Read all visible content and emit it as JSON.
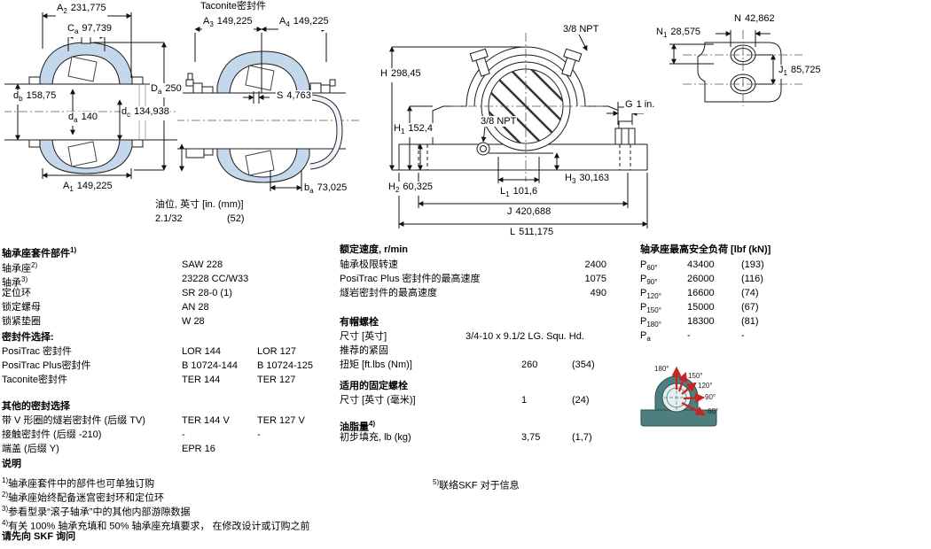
{
  "colors": {
    "housing_fill": "#c5d7ea",
    "illustration_teal": "#4e7f7e",
    "arrow_red": "#cc2222",
    "line": "#1a1a1a"
  },
  "drawings": {
    "d1": {
      "a2": {
        "sym": "A",
        "sub": "2",
        "value": "231,775"
      },
      "ca": {
        "sym": "C",
        "sub": "a",
        "value": "97,739"
      },
      "db": {
        "sym": "d",
        "sub": "b",
        "value": "158,75"
      },
      "da": {
        "sym": "d",
        "sub": "a",
        "value": "140"
      },
      "dc": {
        "sym": "d",
        "sub": "c",
        "value": "134,938"
      },
      "Da": {
        "sym": "D",
        "sub": "a",
        "value": "250"
      },
      "a1": {
        "sym": "A",
        "sub": "1",
        "value": "149,225"
      }
    },
    "d2": {
      "title": "Taconite密封件",
      "a3": {
        "sym": "A",
        "sub": "3",
        "value": "149,225"
      },
      "a4": {
        "sym": "A",
        "sub": "4",
        "value": "149,225"
      },
      "s": {
        "sym": "S",
        "sub": "",
        "value": "4,763"
      },
      "ba": {
        "sym": "b",
        "sub": "a",
        "value": "73,025"
      }
    },
    "d3": {
      "npt_top": "3/8 NPT",
      "npt_mid": "3/8 NPT",
      "h": {
        "sym": "H",
        "sub": "",
        "value": "298,45"
      },
      "h1": {
        "sym": "H",
        "sub": "1",
        "value": "152,4"
      },
      "h2": {
        "sym": "H",
        "sub": "2",
        "value": "60,325"
      },
      "h3": {
        "sym": "H",
        "sub": "3",
        "value": "30,163"
      },
      "g": {
        "sym": "G",
        "sub": "",
        "value": "1 in."
      },
      "l1": {
        "sym": "L",
        "sub": "1",
        "value": "101,6"
      },
      "j": {
        "sym": "J",
        "sub": "",
        "value": "420,688"
      },
      "l": {
        "sym": "L",
        "sub": "",
        "value": "511,175"
      }
    },
    "d4": {
      "n": {
        "sym": "N",
        "sub": "",
        "value": "42,862"
      },
      "n1": {
        "sym": "N",
        "sub": "1",
        "value": "28,575"
      },
      "j1": {
        "sym": "J",
        "sub": "1",
        "value": "85,725"
      }
    },
    "oil": {
      "label": "油位, 英寸 [in. (mm)]",
      "v_in": "2.1/32",
      "v_mm": "(52)"
    }
  },
  "components": {
    "title": "轴承座套件部件",
    "title_sup": "1)",
    "rows": [
      {
        "label": "轴承座",
        "sup": "2)",
        "v1": "SAW 228"
      },
      {
        "label": "轴承",
        "sup": "3)",
        "v1": "23228 CC/W33"
      },
      {
        "label": "定位环",
        "sup": "",
        "v1": "SR 28-0 (1)"
      },
      {
        "label": "锁定螺母",
        "sup": "",
        "v1": "AN 28"
      },
      {
        "label": "锁紧垫圈",
        "sup": "",
        "v1": "W 28"
      }
    ]
  },
  "seal_selection": {
    "title": "密封件选择:",
    "rows": [
      {
        "label": "PosiTrac 密封件",
        "v1": "LOR 144",
        "v2": "LOR 127"
      },
      {
        "label": "PosiTrac Plus密封件",
        "v1": "B 10724-144",
        "v2": "B 10724-125"
      },
      {
        "label": "Taconite密封件",
        "v1": "TER 144",
        "v2": "TER 127"
      }
    ]
  },
  "other_seals": {
    "title": "其他的密封选择",
    "rows": [
      {
        "label": "带 V 形圈的燧岩密封件 (后缀 TV)",
        "v1": "TER 144 V",
        "v2": "TER 127 V"
      },
      {
        "label": "接触密封件 (后缀 -210)",
        "v1": "-",
        "v2": "-"
      },
      {
        "label": "端盖 (后缀 Y)",
        "v1": "EPR 16",
        "v2": ""
      }
    ]
  },
  "speeds": {
    "title": "额定速度, r/min",
    "rows": [
      {
        "label": "轴承极限转速",
        "v1": "2400"
      },
      {
        "label": "PosiTrac Plus 密封件的最高速度",
        "v1": "1075"
      },
      {
        "label": "燧岩密封件的最高速度",
        "v1": "490"
      }
    ]
  },
  "cap_bolts": {
    "title": "有帽螺栓",
    "size_label": "尺寸 [英寸]",
    "size_value": "3/4-10 x 9.1/2 LG. Squ. Hd.",
    "rec_label": "推荐的紧固",
    "torque_label": "扭矩 [ft.lbs (Nm)]",
    "torque_v1": "260",
    "torque_v2": "(354)"
  },
  "attach_bolts": {
    "title": "适用的固定螺栓",
    "size_label": "尺寸 [英寸 (毫米)]",
    "v1": "1",
    "v2": "(24)"
  },
  "grease": {
    "title": "油脂量",
    "title_sup": "4)",
    "row_label": "初步填充, lb (kg)",
    "v1": "3,75",
    "v2": "(1,7)"
  },
  "loads": {
    "title": "轴承座最高安全负荷 [lbf (kN)]",
    "rows": [
      {
        "sym": "P",
        "sub": "60°",
        "v1": "43400",
        "v2": "(193)"
      },
      {
        "sym": "P",
        "sub": "90°",
        "v1": "26000",
        "v2": "(116)"
      },
      {
        "sym": "P",
        "sub": "120°",
        "v1": "16600",
        "v2": "(74)"
      },
      {
        "sym": "P",
        "sub": "150°",
        "v1": "15000",
        "v2": "(67)"
      },
      {
        "sym": "P",
        "sub": "180°",
        "v1": "18300",
        "v2": "(81)"
      },
      {
        "sym": "P",
        "sub": "a",
        "v1": "-",
        "v2": "-"
      }
    ]
  },
  "illustration": {
    "angles": [
      "180°",
      "150°",
      "120°",
      "90°",
      "60°"
    ]
  },
  "notes": {
    "title": "说明",
    "items": [
      {
        "sup": "1)",
        "text": "轴承座套件中的部件也可单独订购"
      },
      {
        "sup": "2)",
        "text": "轴承座始终配备迷宫密封环和定位环"
      },
      {
        "sup": "3)",
        "text": "参看型录“滚子轴承”中的其他内部游隙数据"
      },
      {
        "sup": "4)",
        "text": "有关 100% 轴承充填和 50% 轴承座充填要求， 在修改设计或订购之前"
      }
    ],
    "bold_line": "请先向 SKF 询问",
    "note5_sup": "5)",
    "note5_text": "联络SKF 对于信息"
  }
}
